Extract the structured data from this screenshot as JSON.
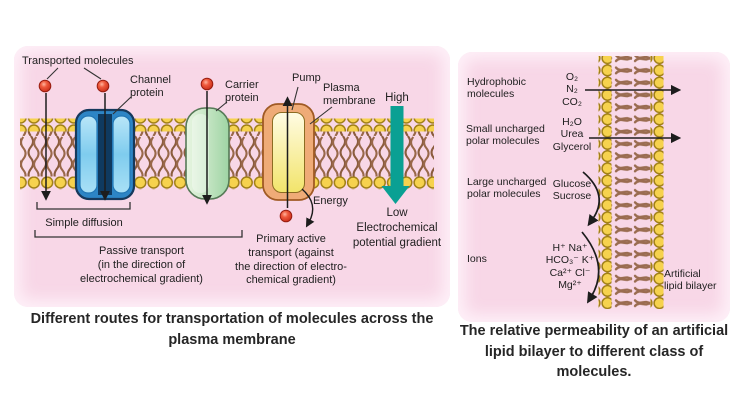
{
  "left_figure": {
    "caption": [
      "Different routes for transportation of molecules across the",
      "plasma membrane"
    ],
    "annotations": {
      "transported_molecules": "Transported molecules",
      "channel_protein": [
        "Channel",
        "protein"
      ],
      "carrier_protein": [
        "Carrier",
        "protein"
      ],
      "pump": "Pump",
      "plasma_membrane": [
        "Plasma",
        "membrane"
      ],
      "high": "High",
      "low": "Low",
      "energy": "Energy",
      "electrochemical_gradient": [
        "Electrochemical",
        "potential gradient"
      ],
      "simple_diffusion": "Simple diffusion",
      "passive_transport": [
        "Passive transport",
        "(in the direction of",
        "electrochemical gradient)"
      ],
      "primary_active_transport": [
        "Primary active",
        "transport (against",
        "the direction of electro-",
        "chemical gradient)"
      ]
    }
  },
  "right_figure": {
    "caption": [
      "The relative permeability of an artificial",
      "lipid bilayer to different class of",
      "molecules."
    ],
    "rows": [
      {
        "category": [
          "Hydrophobic",
          "molecules"
        ],
        "molecules": [
          "O₂",
          "N₂",
          "CO₂"
        ],
        "permeable": true
      },
      {
        "category": [
          "Small uncharged",
          "polar molecules"
        ],
        "molecules": [
          "H₂O",
          "Urea",
          "Glycerol"
        ],
        "permeable": true
      },
      {
        "category": [
          "Large uncharged",
          "polar molecules"
        ],
        "molecules": [
          "Glucose",
          "Sucrose"
        ],
        "permeable": false
      },
      {
        "category": [
          "Ions"
        ],
        "molecules": [
          "H⁺ Na⁺",
          "HCO₃⁻ K⁺",
          "Ca²⁺ Cl⁻",
          "Mg²⁺"
        ],
        "permeable": false
      }
    ],
    "bilayer_label": [
      "Artificial",
      "lipid bilayer"
    ]
  },
  "icons": {
    "gradient_arrow": "thick-down-arrow",
    "transport_arrows": "thin-black-arrow",
    "blocked_arrows": "curved-deflected-arrow"
  },
  "colors": {
    "panel_pink": "#f8d7e7",
    "lipid_head_yellow": "#f6d24e",
    "lipid_tail_brown": "#8b5c3e",
    "channel_protein_blue": "#2d85c5",
    "carrier_protein_green": "#b9dcb4",
    "pump_orange": "#efab77",
    "pump_inner_yellow": "#f5e87a",
    "gradient_arrow_teal": "#0aa093",
    "molecule_red": "#d93a28"
  }
}
